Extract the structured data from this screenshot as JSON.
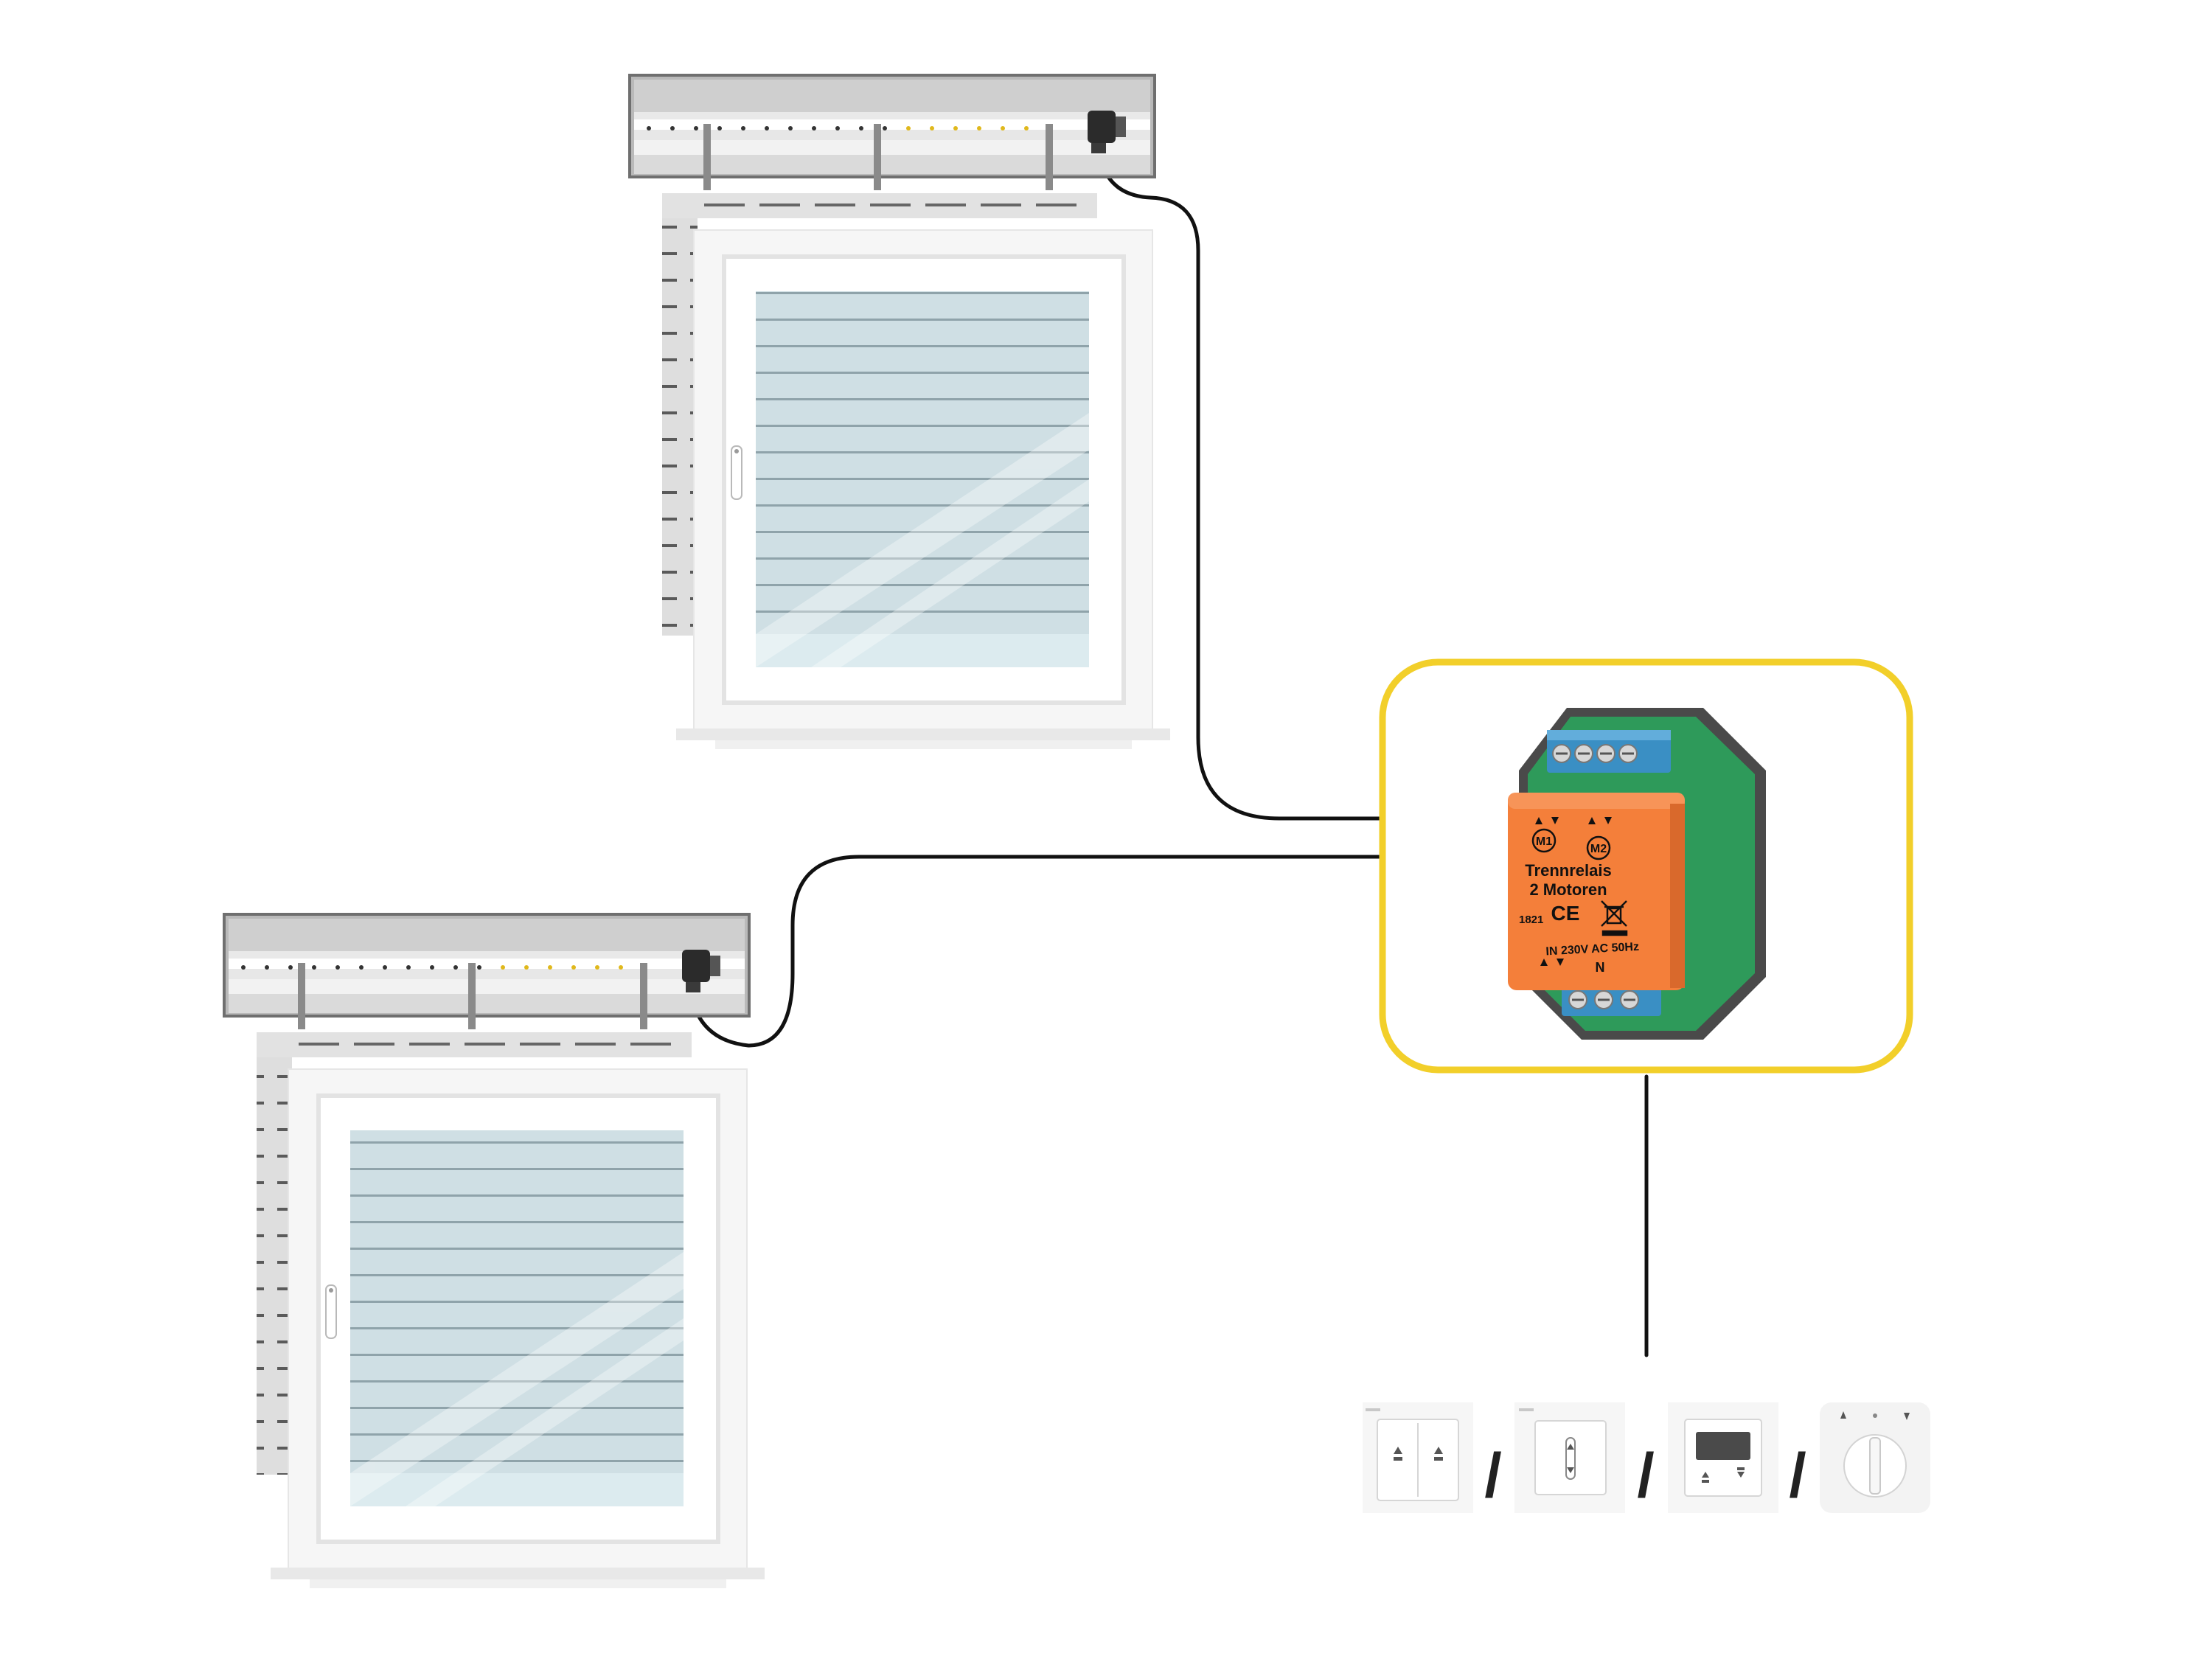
{
  "relay": {
    "label_m1": "M1",
    "label_m2": "M2",
    "title_line1": "Trennrelais",
    "title_line2": "2 Motoren",
    "code": "1821",
    "ce_mark": "CE",
    "weee_icon": "crossed-bin-icon",
    "rating": "IN 230V AC 50Hz",
    "neutral": "N",
    "colors": {
      "highlight": "#f2cf2a",
      "housing": "#f47f3a",
      "board": "#2e9a5a",
      "terminal": "#3a8fc4"
    }
  },
  "separators": [
    "/",
    "/",
    "/"
  ],
  "controls": [
    {
      "name": "double-rocker-switch",
      "icon": "rocker-switch-icon"
    },
    {
      "name": "single-rocker-switch",
      "icon": "rocker-switch-icon"
    },
    {
      "name": "timer-switch",
      "icon": "display-switch-icon"
    },
    {
      "name": "rotary-switch",
      "icon": "rotary-knob-icon"
    }
  ],
  "windows": [
    {
      "name": "upper-shutter-window",
      "icon": "roller-shutter-icon"
    },
    {
      "name": "lower-shutter-window",
      "icon": "roller-shutter-icon"
    }
  ]
}
